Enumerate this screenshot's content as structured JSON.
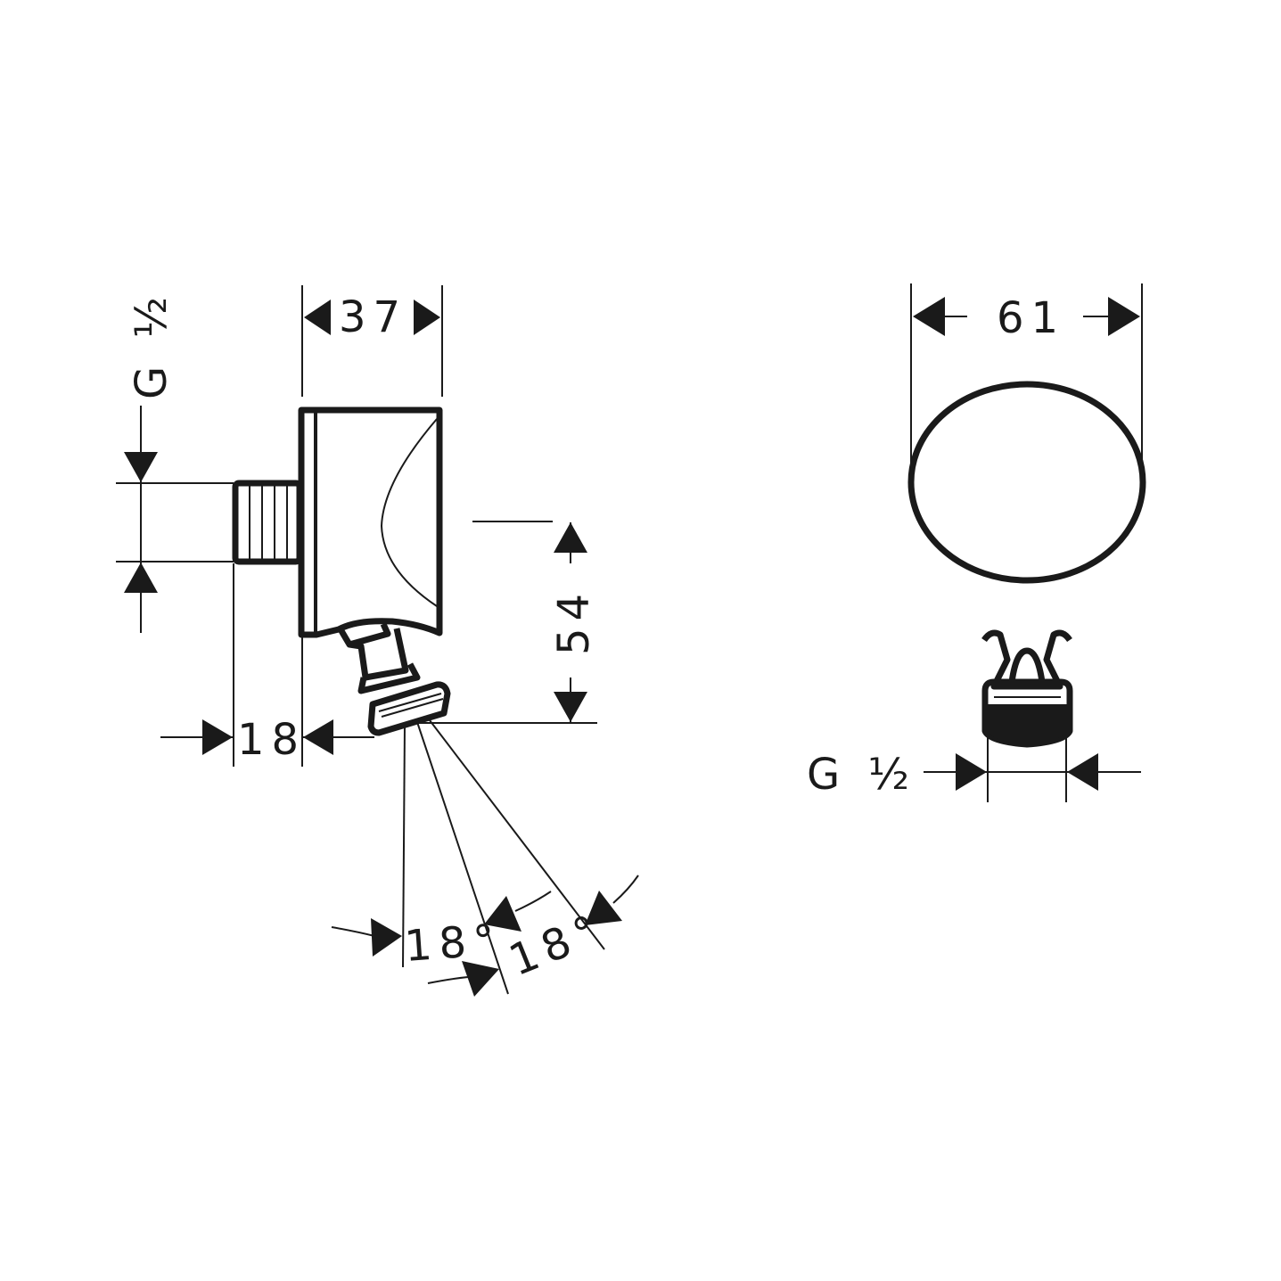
{
  "side_view": {
    "depth_label": "37",
    "wall_offset_label": "18",
    "height_label": "54",
    "inlet_thread_label": "G ½",
    "angle_label_1": "18°",
    "angle_label_2": "18°"
  },
  "front_view": {
    "diameter_label": "61",
    "outlet_thread_label": "G ½"
  },
  "colors": {
    "line": "#1a1a1a",
    "background": "#ffffff"
  }
}
